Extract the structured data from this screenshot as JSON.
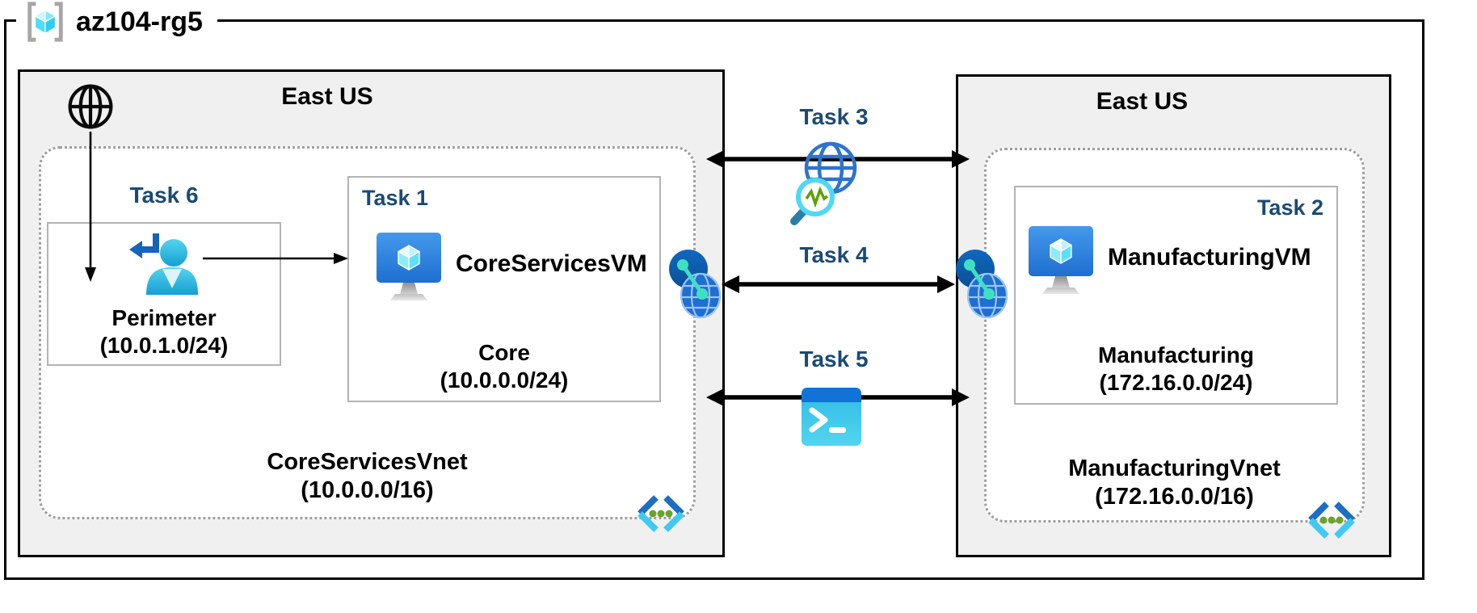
{
  "resource_group": {
    "name": "az104-rg5"
  },
  "regions": {
    "left": {
      "location": "East US",
      "vnet_name": "CoreServicesVnet",
      "vnet_cidr": "(10.0.0.0/16)",
      "task6_label": "Task 6",
      "perimeter_subnet": {
        "name": "Perimeter",
        "cidr": "(10.0.1.0/24)"
      },
      "task1": {
        "label": "Task 1",
        "vm_name": "CoreServicesVM",
        "subnet_name": "Core",
        "subnet_cidr": "(10.0.0.0/24)"
      }
    },
    "right": {
      "location": "East US",
      "vnet_name": "ManufacturingVnet",
      "vnet_cidr": "(172.16.0.0/16)",
      "task2": {
        "label": "Task 2",
        "vm_name": "ManufacturingVM",
        "subnet_name": "Manufacturing",
        "subnet_cidr": "(172.16.0.0/24)"
      }
    }
  },
  "connections": {
    "task3_label": "Task 3",
    "task4_label": "Task 4",
    "task5_label": "Task 5"
  },
  "icons": {
    "resource_group": "brackets-cube-icon",
    "internet": "globe-wireframe-icon",
    "perimeter_user": "user-signin-arrow-icon",
    "virtual_machine": "monitor-cube-icon",
    "virtual_network": "angle-brackets-dots-icon",
    "vnet_peering": "linked-globes-icon",
    "network_watcher": "globe-magnifier-pulse-icon",
    "cloud_shell": "terminal-prompt-icon"
  },
  "colors": {
    "task_label": "#1B4A75",
    "region_fill": "#F0F0F0",
    "outline": "#000000",
    "vnet_dotted_border": "#9E9E9E",
    "subnet_box_border": "#B3B3B3",
    "arrow": "#000000",
    "azure_blue": "#1B6EC4",
    "azure_cyan": "#41C8F4",
    "peering_teal": "#3FE0C0",
    "dot_green": "#6AA32D"
  }
}
